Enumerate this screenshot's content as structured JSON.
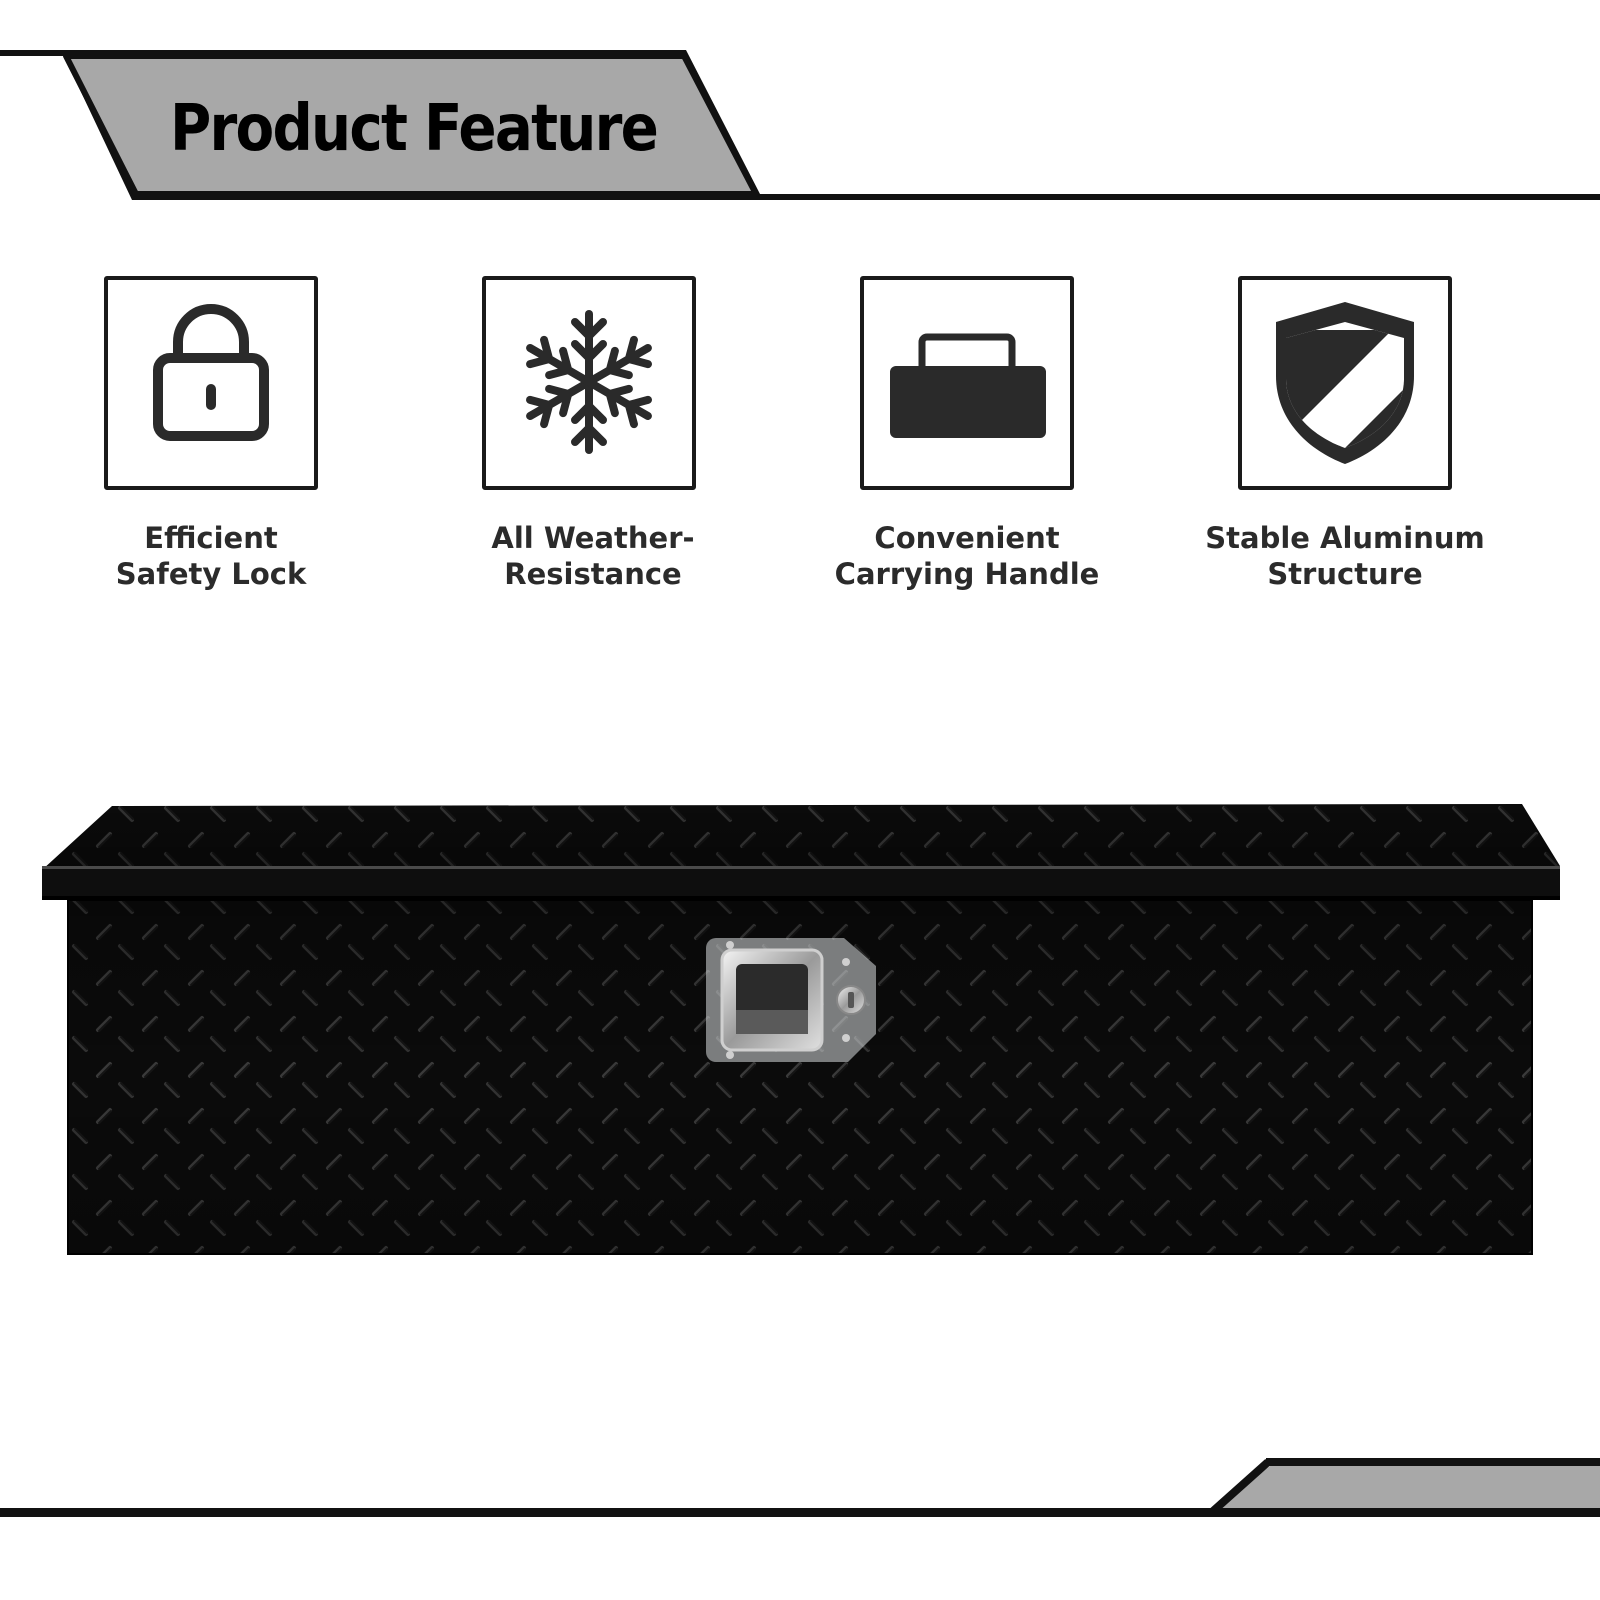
{
  "header": {
    "title": "Product Feature"
  },
  "features": [
    {
      "icon": "padlock-icon",
      "label": "Efficient\nSafety Lock"
    },
    {
      "icon": "snowflake-icon",
      "label": "All Weather-\nResistance"
    },
    {
      "icon": "carry-case-icon",
      "label": "Convenient\nCarrying Handle"
    },
    {
      "icon": "shield-icon",
      "label": "Stable Aluminum\nStructure"
    }
  ],
  "colors": {
    "banner_gray": "#a8a8a8",
    "line_black": "#111111",
    "box_black": "#0b0b0b"
  }
}
